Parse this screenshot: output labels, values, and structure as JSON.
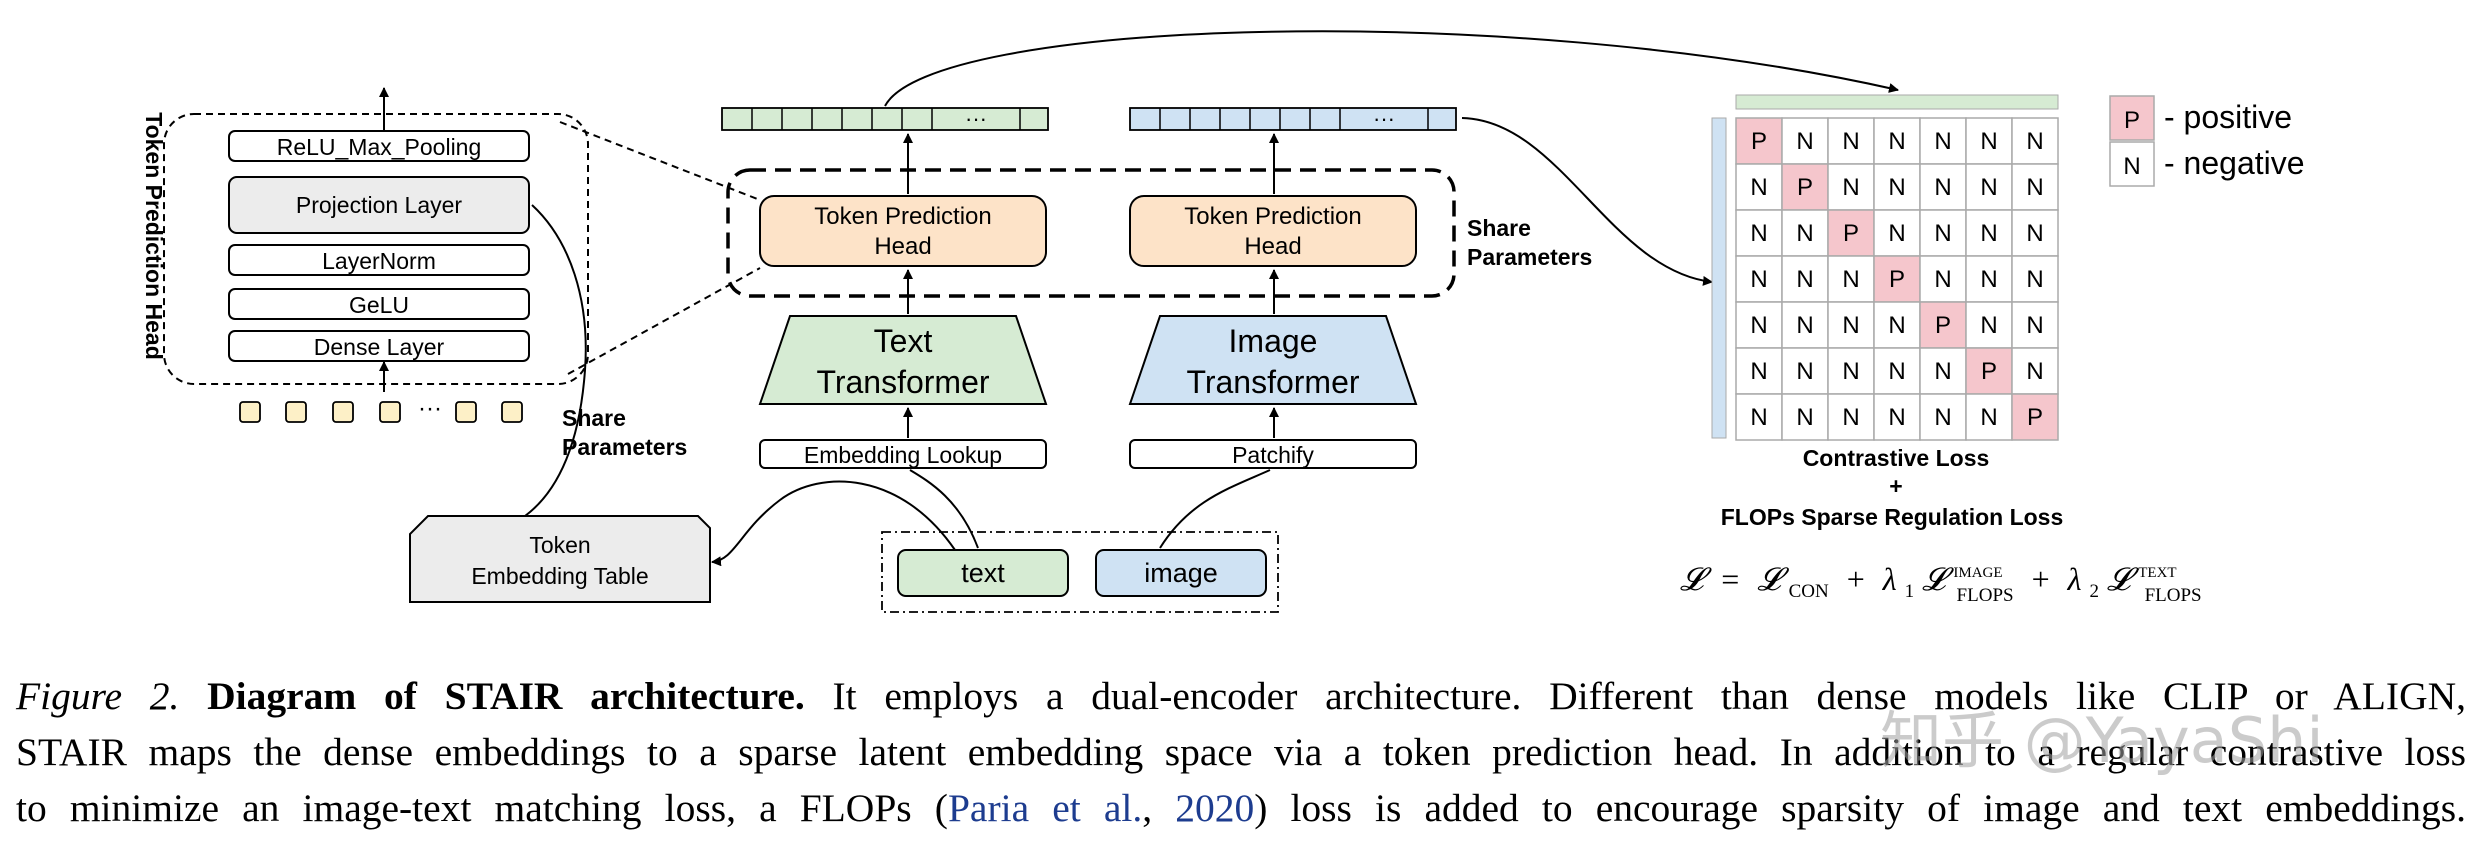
{
  "tph_side_label": "Token Prediction Head",
  "tph_detail": {
    "relu": "ReLU_Max_Pooling",
    "projection": "Projection Layer",
    "layernorm": "LayerNorm",
    "gelu": "GeLU",
    "dense": "Dense Layer",
    "token_ellipsis": "···"
  },
  "share_left": [
    "Share",
    "Parameters"
  ],
  "share_right": [
    "Share",
    "Parameters"
  ],
  "embedding_table": [
    "Token",
    "Embedding Table"
  ],
  "text_branch": {
    "head": [
      "Token Prediction",
      "Head"
    ],
    "transformer": [
      "Text",
      "Transformer"
    ],
    "embed": "Embedding Lookup",
    "ellipsis": "···"
  },
  "image_branch": {
    "head": [
      "Token Prediction",
      "Head"
    ],
    "transformer": [
      "Image",
      "Transformer"
    ],
    "embed": "Patchify",
    "ellipsis": "···"
  },
  "inputs": {
    "text": "text",
    "image": "image"
  },
  "matrix": {
    "size": 7,
    "positive": "P",
    "negative": "N",
    "legend_positive": "- positive",
    "legend_negative": "- negative"
  },
  "loss": [
    "Contrastive Loss",
    "+",
    "FLOPs Sparse Regulation Loss"
  ],
  "formula": {
    "L": "𝓛",
    "eq": "=",
    "con": "CON",
    "plus1": "+",
    "lambda1": "λ",
    "sub1": "1",
    "image_sup": "IMAGE",
    "flops1": "FLOPS",
    "plus2": "+",
    "lambda2": "λ",
    "sub2": "2",
    "text_sup": "TEXT",
    "flops2": "FLOPS"
  },
  "caption": {
    "fig": "Figure 2.",
    "title": "Diagram of STAIR architecture.",
    "line1_rest": "It employs a dual-encoder architecture. Different than dense models like CLIP or ALIGN,",
    "line2": "STAIR maps the dense embeddings to a sparse latent embedding space via a token prediction head. In addition to a regular contrastive loss",
    "line3_a": "to minimize an image-text matching loss, a FLOPs (",
    "cite_name": "Paria et al.",
    "cite_sep": ", ",
    "cite_year": "2020",
    "line3_b": ") loss is added to encourage sparsity of image and text embeddings."
  },
  "watermark": "知乎 @YayaShi",
  "colors": {
    "green": "#d6ebd3",
    "blue": "#cfe2f3",
    "orange": "#fde3c8",
    "pink": "#f5c6cc",
    "token_yellow": "#fdf0c7",
    "gray": "#ececec",
    "cite": "#1d3c8f"
  }
}
